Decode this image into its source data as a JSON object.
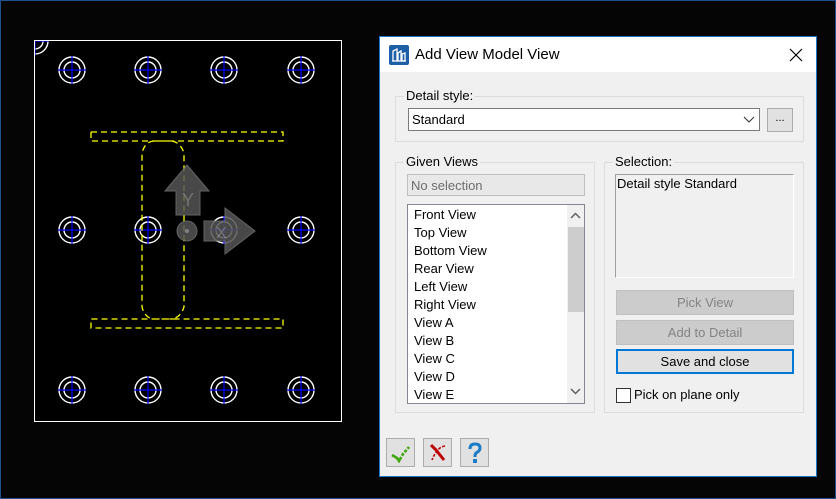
{
  "dialog": {
    "title": "Add View Model View",
    "title_icon": "app-building-icon",
    "close_icon": "close-icon",
    "detail_style": {
      "label": "Detail style:",
      "value": "Standard",
      "browse_label": "..."
    },
    "given_views": {
      "label": "Given Views",
      "filter_value": "No selection",
      "items": [
        "Front View",
        "Top View",
        "Bottom View",
        "Rear View",
        "Left View",
        "Right View",
        "View A",
        "View B",
        "View C",
        "View D",
        "View E"
      ]
    },
    "selection": {
      "label": "Selection:",
      "text": "Detail style Standard"
    },
    "buttons": {
      "pick_view": "Pick View",
      "add_to_detail": "Add to Detail",
      "save_and_close": "Save and close"
    },
    "pick_on_plane_only": {
      "label": "Pick on plane only",
      "checked": false
    },
    "footer_icons": [
      "ok-check-icon",
      "cancel-x-icon",
      "help-question-icon"
    ],
    "colors": {
      "accent": "#0078d7",
      "ok": "#3fa80f",
      "cancel": "#c00000",
      "help": "#1a7bc6"
    }
  },
  "drawing": {
    "background": "#000000",
    "profile_color": "#ffff00",
    "bolt_color": "#ffffff",
    "centerline_color": "#0000ff",
    "axis_label_y": "Y",
    "bolt_rows": 3,
    "bolt_cols": 4
  }
}
